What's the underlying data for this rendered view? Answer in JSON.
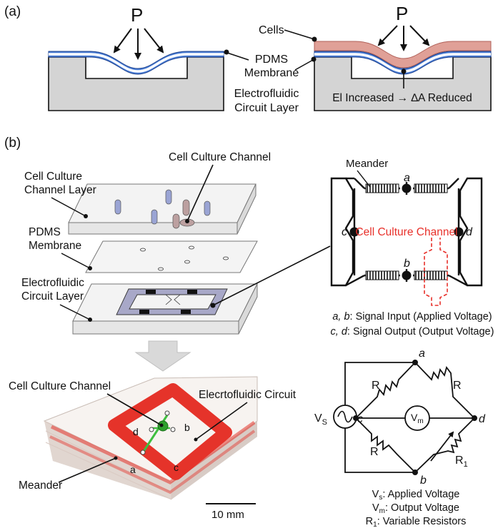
{
  "panel_a": {
    "label": "(a)",
    "left": {
      "pressure": "P"
    },
    "right": {
      "pressure": "P"
    },
    "labels": {
      "cells": "Cells",
      "pdms_line1": "PDMS",
      "pdms_line2": "Membrane",
      "circuit_line1": "Electrofluidic",
      "circuit_line2": "Circuit Layer"
    },
    "result_text": "El Increased → ∆A Reduced"
  },
  "panel_b": {
    "label": "(b)",
    "exploded": {
      "culture_channel_title": "Cell Culture Channel",
      "culture_layer_line1": "Cell Culture",
      "culture_layer_line2": "Channel Layer",
      "membrane_line1": "PDMS",
      "membrane_line2": "Membrane",
      "circuit_line1": "Electrofluidic",
      "circuit_line2": "Circuit Layer"
    },
    "schematic": {
      "meander": "Meander",
      "node_a": "a",
      "node_b": "b",
      "node_c": "c",
      "node_d": "d",
      "channel_label": "Cell Culture Channel",
      "legend_input_nodes": "a, b",
      "legend_input_text": ": Signal Input (Applied Voltage)",
      "legend_output_nodes": "c, d",
      "legend_output_text": ": Signal Output (Output Voltage)"
    },
    "photo": {
      "culture_channel": "Cell Culture Channel",
      "circuit": "Elecrtofluidic Circuit",
      "meander": "Meander",
      "pt_a": "a",
      "pt_b": "b",
      "pt_c": "c",
      "pt_d": "d",
      "scale": "10 mm"
    },
    "bridge": {
      "node_a": "a",
      "node_b": "b",
      "node_c": "c",
      "node_d": "d",
      "r": "R",
      "r1_main": "R",
      "r1_sub": "1",
      "vs_main": "V",
      "vs_sub": "S",
      "vm_main": "V",
      "vm_sub": "m",
      "legend_vs_main": "V",
      "legend_vs_sub": "s",
      "legend_vs_text": ": Applied Voltage",
      "legend_vm_main": "V",
      "legend_vm_sub": "m",
      "legend_vm_text": ": Output Voltage",
      "legend_r1_main": "R",
      "legend_r1_sub": "1",
      "legend_r1_text": ": Variable Resistors"
    }
  }
}
